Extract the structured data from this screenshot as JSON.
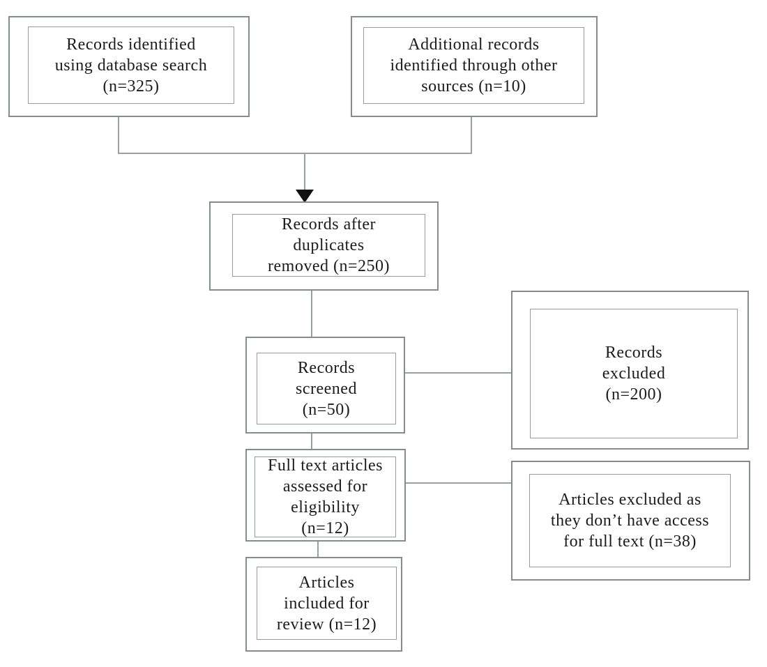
{
  "figure": {
    "type": "prisma-flow-diagram",
    "colors": {
      "background": "#ffffff",
      "box_border": "#848e88",
      "inner_border": "#939d97",
      "connector": "#98a29c",
      "arrow": "#111111",
      "text": "#1c1c1c"
    },
    "boxes": {
      "records_identified": {
        "lines": [
          "Records identified",
          "using database search",
          "(n=325)"
        ]
      },
      "additional_records": {
        "lines": [
          "Additional records",
          "identified through other",
          "sources (n=10)"
        ]
      },
      "after_duplicates": {
        "lines": [
          "Records after",
          "duplicates",
          "removed (n=250)"
        ]
      },
      "records_screened": {
        "lines": [
          "Records",
          "screened",
          "(n=50)"
        ]
      },
      "records_excluded": {
        "lines": [
          "Records",
          "excluded",
          "(n=200)"
        ]
      },
      "full_text_assessed": {
        "lines": [
          "Full text articles",
          "assessed for",
          "eligibility",
          "(n=12)"
        ]
      },
      "articles_excluded": {
        "lines": [
          "Articles excluded as",
          "they don’t have access",
          "for full text (n=38)"
        ]
      },
      "articles_included": {
        "lines": [
          "Articles",
          "included for",
          "review (n=12)"
        ]
      }
    }
  }
}
